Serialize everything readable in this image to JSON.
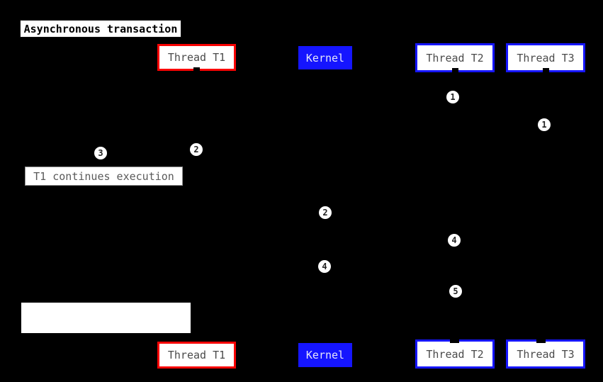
{
  "diagram": {
    "title": "Asynchronous transaction",
    "kind": "sequence-diagram"
  },
  "participants": [
    {
      "label": "Thread T1",
      "border_color": "#f80202",
      "fill": "#ffffff"
    },
    {
      "label": "Kernel",
      "border_color": "#1515ff",
      "fill": "#1515ff"
    },
    {
      "label": "Thread T2",
      "border_color": "#1616ff",
      "fill": "#ffffff"
    },
    {
      "label": "Thread T3",
      "border_color": "#1616ff",
      "fill": "#ffffff"
    }
  ],
  "markers": [
    "1",
    "1",
    "2",
    "3",
    "2",
    "4",
    "4",
    "5"
  ],
  "notes": {
    "t1_continues": "T1 continues execution",
    "blank": ""
  },
  "colors": {
    "background": "#000000",
    "participant_text": "#4b4b4b",
    "kernel_text": "#e6e6fa",
    "note_text": "#5a5a5a",
    "note_border": "#8f8f8f",
    "marker_fill": "#ffffff",
    "marker_text": "#222222",
    "title_text": "#000000",
    "box_fill": "#ffffff"
  }
}
